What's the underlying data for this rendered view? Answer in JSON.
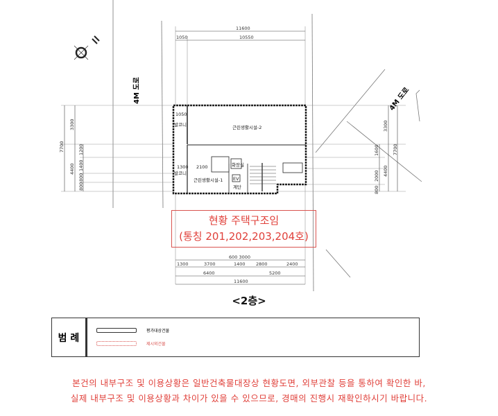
{
  "roads": {
    "left": "4M 도로",
    "right": "4M 도로"
  },
  "dimensions": {
    "top_total": "11600",
    "top_parts": [
      "1050",
      "10550"
    ],
    "left_total": "7700",
    "left_parts": [
      "3300",
      "4400"
    ],
    "left_sub": [
      "1200",
      "1400",
      "800",
      "800"
    ],
    "right_total": "7700",
    "right_parts": [
      "3300",
      "4400"
    ],
    "right_sub": [
      "1600",
      "2000",
      "800"
    ],
    "bottom_row0": "600 3000",
    "bottom_row1": [
      "1300",
      "3700",
      "1400",
      "2800",
      "2400"
    ],
    "bottom_row2": [
      "6400",
      "5200"
    ],
    "bottom_total": "11600"
  },
  "rooms": {
    "room2": "근린생활시설-2",
    "room1": "근린생활시설-1",
    "balcony_top": "발코니",
    "balcony_bottom": "발코니",
    "toilet": "화장실",
    "ev": "EV",
    "stair": "계단",
    "dim_1050": "1050",
    "dim_1300": "1300",
    "dim_2100": "2100"
  },
  "notice_box": {
    "line1": "현황 주택구조임",
    "line2": "(통칭 201,202,203,204호)"
  },
  "floor_label": "<2층>",
  "legend": {
    "title": "범 례",
    "items": [
      {
        "label": "평가대상건물",
        "color": "#333333"
      },
      {
        "label": "제시외건물",
        "color": "#d9534f"
      }
    ]
  },
  "disclaimer": {
    "line1": "본건의 내부구조 및 이용상황은 일반건축물대장상 현황도면, 외부관찰 등을 통하여 확인한 바,",
    "line2": "실제 내부구조 및 이용상황과 차이가 있을 수 있으므로, 경매의 진행시 재확인하시기 바랍니다."
  },
  "colors": {
    "accent_red": "#e0403a",
    "line": "#333333"
  }
}
